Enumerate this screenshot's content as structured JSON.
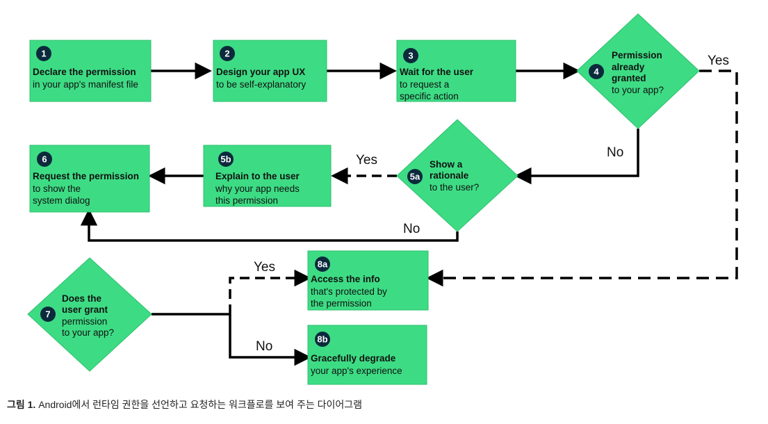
{
  "diagram": {
    "nodes": {
      "n1": {
        "num": "1",
        "title": "Declare the permission",
        "body": [
          "in your app's manifest file"
        ]
      },
      "n2": {
        "num": "2",
        "title": "Design your app UX",
        "body": [
          "to be self-explanatory"
        ]
      },
      "n3": {
        "num": "3",
        "title": "Wait for the user",
        "body": [
          "to request a",
          "specific action"
        ]
      },
      "n4": {
        "num": "4",
        "title": "Permission",
        "title2": "already",
        "title3": "granted",
        "body": [
          "to your app?"
        ]
      },
      "n5a": {
        "num": "5a",
        "title": "Show a",
        "title2": "rationale",
        "body": [
          "to the user?"
        ]
      },
      "n5b": {
        "num": "5b",
        "title": "Explain to the user",
        "body": [
          "why your app needs",
          "this permission"
        ]
      },
      "n6": {
        "num": "6",
        "title": "Request the permission",
        "body": [
          "to show the",
          "system dialog"
        ]
      },
      "n7": {
        "num": "7",
        "title": "Does the",
        "title2": "user grant",
        "body": [
          "permission",
          "to your app?"
        ]
      },
      "n8a": {
        "num": "8a",
        "title": "Access the info",
        "body": [
          "that's protected by",
          "the permission"
        ]
      },
      "n8b": {
        "num": "8b",
        "title": "Gracefully degrade",
        "body": [
          "your app's experience"
        ]
      }
    },
    "edge_labels": {
      "n4_yes": "Yes",
      "n4_no": "No",
      "n5a_yes": "Yes",
      "n5a_no": "No",
      "n7_yes": "Yes",
      "n7_no": "No"
    },
    "colors": {
      "box_fill": "#3ddc84",
      "box_stroke": "#2bbf6c",
      "badge": "#0b2a3c",
      "line": "#000000"
    }
  },
  "caption": {
    "label": "그림 1.",
    "text": " Android에서 런타임 권한을 선언하고 요청하는 워크플로를 보여 주는 다이어그램"
  }
}
